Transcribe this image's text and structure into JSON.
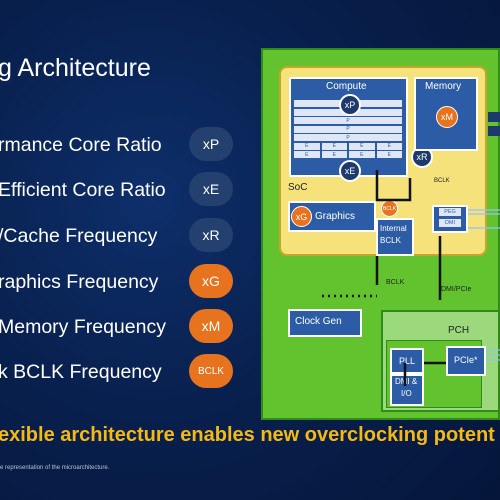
{
  "title": "g Architecture",
  "rows": [
    {
      "label": "rmance Core Ratio",
      "badge": "xP",
      "color": "blue"
    },
    {
      "label": "Efficient Core Ratio",
      "badge": "xE",
      "color": "blue"
    },
    {
      "label": "/Cache Frequency",
      "badge": "xR",
      "color": "blue"
    },
    {
      "label": "raphics Frequency",
      "badge": "xG",
      "color": "orange"
    },
    {
      "label": "Memory Frequency",
      "badge": "xM",
      "color": "orange"
    },
    {
      "label": "k BCLK Frequency",
      "badge": "BCLK",
      "color": "orange"
    }
  ],
  "footer": "exible architecture enables new overclocking potent",
  "footnote": "e representation of the microarchitecture.",
  "diagram": {
    "compute_label": "Compute",
    "memory_label": "Memory",
    "soc_label": "SoC",
    "graphics_label": "Graphics",
    "internal_bclk_label_1": "Internal",
    "internal_bclk_label_2": "BCLK",
    "bclk_label_1": "BCLK",
    "bclk_label_2": "BCLK",
    "clockgen_label": "Clock Gen",
    "pch_label": "PCH",
    "pll_label": "PLL",
    "dmi_io_label_1": "DMI &",
    "dmi_io_label_2": "I/O",
    "pcie_label": "PCIe*",
    "dmi_pcie_label": "DMI/PCIe",
    "peg_label": "PEG",
    "dmi_label": "DMI",
    "p_cell": "P",
    "e_cell": "E",
    "badge_xP": "xP",
    "badge_xE": "xE",
    "badge_xR": "xR",
    "badge_xM": "xM",
    "badge_xG": "xG",
    "badge_bclk": "BCLK"
  },
  "colors": {
    "background": "#08204e",
    "accent_orange": "#e8731f",
    "chip_green": "#63c32e",
    "soc_yellow": "#f6e27a",
    "box_blue": "#2c5ca6",
    "footer_yellow": "#f5b914"
  }
}
